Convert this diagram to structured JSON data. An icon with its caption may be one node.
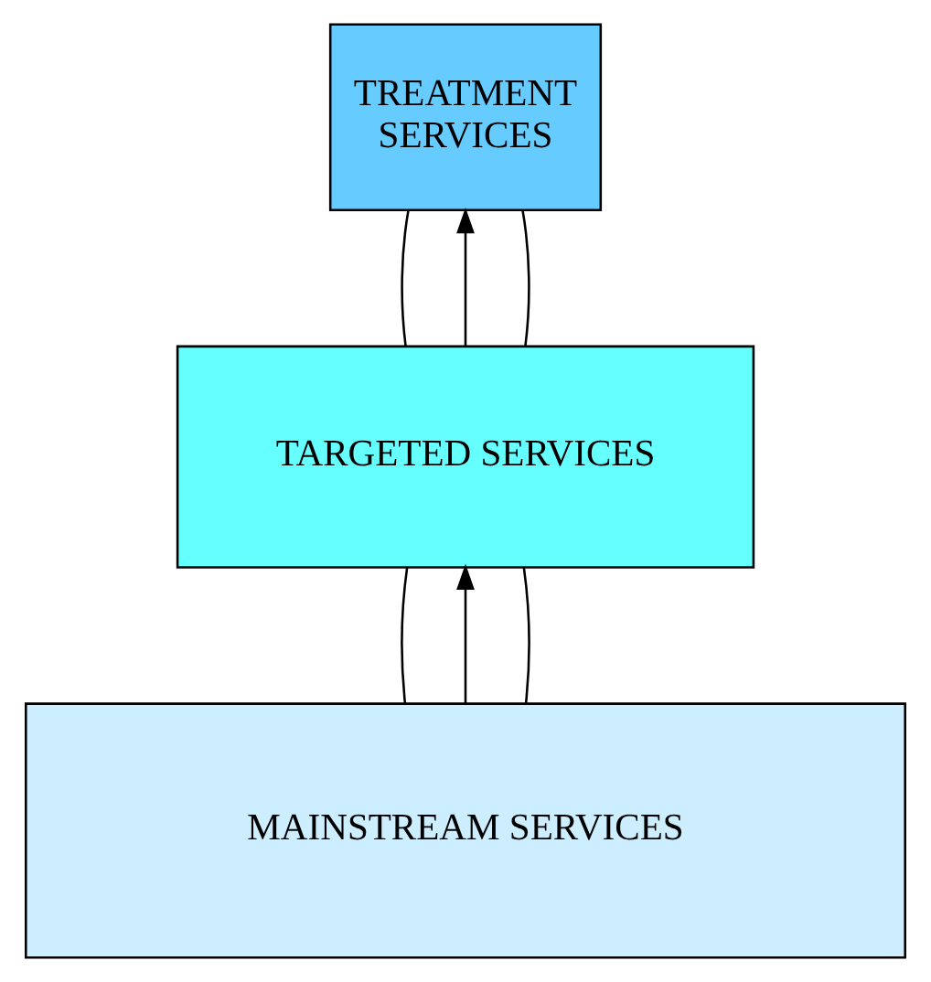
{
  "diagram": {
    "nodes": [
      {
        "text": [
          "TREATMENT SERVICES"
        ]
      },
      {
        "text": [
          "TARGETED SERVICES"
        ]
      },
      {
        "text": [
          "MAINSTREAM SERVICES"
        ]
      }
    ],
    "edges": [
      {
        "from": 2,
        "to": 1,
        "arrow": "none"
      },
      {
        "from": 2,
        "to": 1,
        "arrow": "to"
      },
      {
        "from": 2,
        "to": 1,
        "arrow": "none"
      },
      {
        "from": 1,
        "to": 0,
        "arrow": "none"
      },
      {
        "from": 1,
        "to": 0,
        "arrow": "to"
      },
      {
        "from": 1,
        "to": 0,
        "arrow": "none"
      }
    ]
  }
}
